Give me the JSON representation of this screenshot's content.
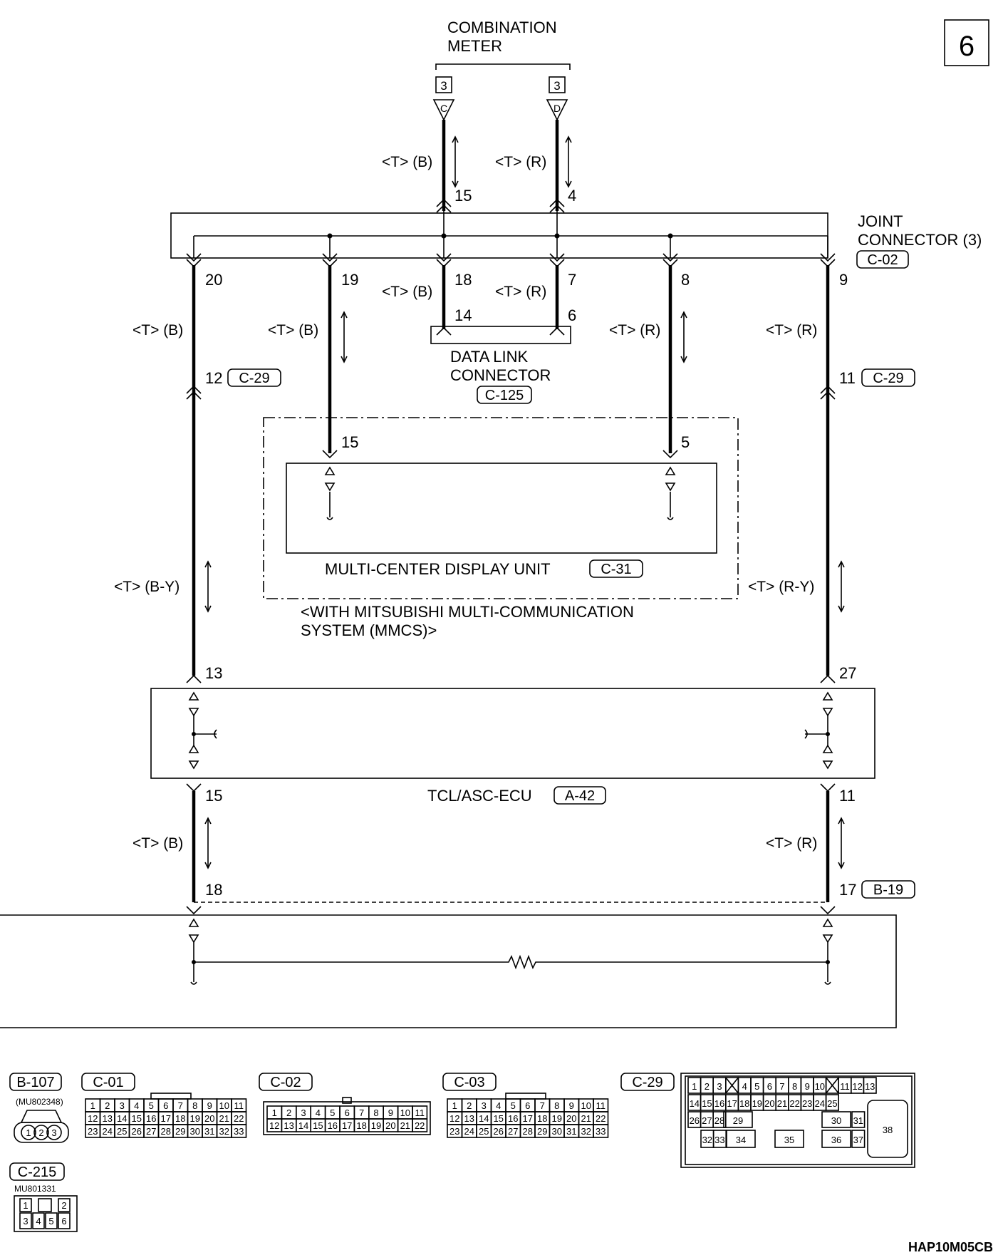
{
  "page_number": "6",
  "drawing_code": "HAP10M05CB",
  "components": {
    "combination_meter": {
      "line1": "COMBINATION",
      "line2": "METER",
      "connector_pin": "3",
      "terminal_left": "C",
      "terminal_right": "D"
    },
    "joint_connector": {
      "line1": "JOINT",
      "line2": "CONNECTOR (3)",
      "ref": "C-02"
    },
    "data_link_connector": {
      "line1": "DATA LINK",
      "line2": "CONNECTOR",
      "ref": "C-125"
    },
    "multi_center_display": {
      "label": "MULTI-CENTER DISPLAY UNIT",
      "ref": "C-31",
      "note_line1": "<WITH MITSUBISHI MULTI-COMMUNICATION",
      "note_line2": "SYSTEM (MMCS)>"
    },
    "tcl_asc_ecu": {
      "label": "TCL/ASC-ECU",
      "ref": "A-42"
    }
  },
  "wire_colors": {
    "tb": "<T> (B)",
    "tr": "<T> (R)",
    "tby": "<T> (B-Y)",
    "try": "<T> (R-Y)"
  },
  "pins": {
    "meter_c": "15",
    "meter_d": "4",
    "jc_20": "20",
    "jc_19": "19",
    "jc_18": "18",
    "jc_7": "7",
    "jc_8": "8",
    "jc_9": "9",
    "dlc_14": "14",
    "dlc_6": "6",
    "c29_12": "12",
    "c29_11": "11",
    "c29_ref": "C-29",
    "mcd_15": "15",
    "mcd_5": "5",
    "ecu_13": "13",
    "ecu_27": "27",
    "ecu_15": "15",
    "ecu_11": "11",
    "b19_18": "18",
    "b19_17": "17",
    "b19_ref": "B-19"
  },
  "connector_views": {
    "b107": {
      "ref": "B-107",
      "part": "(MU802348)",
      "pins": [
        "1",
        "2",
        "3"
      ]
    },
    "c01": {
      "ref": "C-01",
      "rows": [
        [
          "1",
          "2",
          "3",
          "4",
          "5",
          "6",
          "7",
          "8",
          "9",
          "10",
          "11"
        ],
        [
          "12",
          "13",
          "14",
          "15",
          "16",
          "17",
          "18",
          "19",
          "20",
          "21",
          "22"
        ],
        [
          "23",
          "24",
          "25",
          "26",
          "27",
          "28",
          "29",
          "30",
          "31",
          "32",
          "33"
        ]
      ]
    },
    "c02": {
      "ref": "C-02",
      "rows": [
        [
          "1",
          "2",
          "3",
          "4",
          "5",
          "6",
          "7",
          "8",
          "9",
          "10",
          "11"
        ],
        [
          "12",
          "13",
          "14",
          "15",
          "16",
          "17",
          "18",
          "19",
          "20",
          "21",
          "22"
        ]
      ]
    },
    "c03": {
      "ref": "C-03",
      "rows": [
        [
          "1",
          "2",
          "3",
          "4",
          "5",
          "6",
          "7",
          "8",
          "9",
          "10",
          "11"
        ],
        [
          "12",
          "13",
          "14",
          "15",
          "16",
          "17",
          "18",
          "19",
          "20",
          "21",
          "22"
        ],
        [
          "23",
          "24",
          "25",
          "26",
          "27",
          "28",
          "29",
          "30",
          "31",
          "32",
          "33"
        ]
      ]
    },
    "c29": {
      "ref": "C-29",
      "row1": [
        "1",
        "2",
        "3",
        "",
        "4",
        "5",
        "6",
        "7",
        "8",
        "9",
        "10",
        "",
        "11",
        "12",
        "13"
      ],
      "row2": [
        "14",
        "15",
        "16",
        "17",
        "18",
        "19",
        "20",
        "21",
        "22",
        "23",
        "24",
        "25"
      ],
      "row3": [
        "26",
        "27",
        "28",
        "29",
        "30",
        "31"
      ],
      "row4": [
        "32",
        "33",
        "34",
        "35",
        "36",
        "37"
      ],
      "big": "38"
    },
    "c215": {
      "ref": "C-215",
      "part": "MU801331",
      "pins": [
        "1",
        "2",
        "3",
        "4",
        "5",
        "6"
      ]
    }
  }
}
